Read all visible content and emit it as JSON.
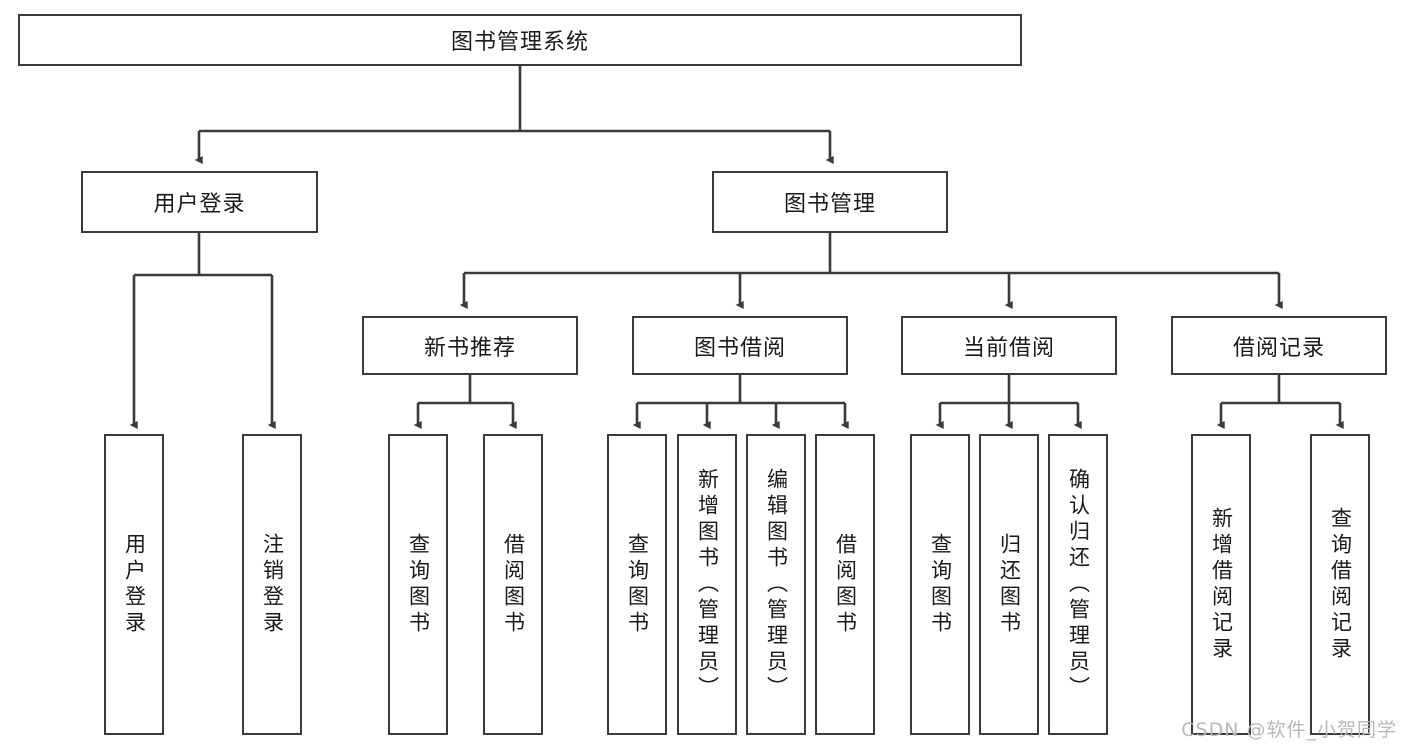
{
  "diagram": {
    "title": "图书管理系统",
    "type": "tree-hierarchy",
    "watermark": "CSDN @软件_小贺同学",
    "colors": {
      "box_border": "#3a3a3a",
      "box_fill": "#ffffff",
      "edge": "#3a3a3a",
      "text": "#1a1a1a",
      "watermark": "#b9b9b9",
      "background": "#ffffff"
    },
    "nodes": {
      "root": {
        "label": "图书管理系统"
      },
      "level1": [
        {
          "id": "user-login",
          "label": "用户登录"
        },
        {
          "id": "book-management",
          "label": "图书管理"
        }
      ],
      "level2": [
        {
          "id": "new-book-recommend",
          "label": "新书推荐"
        },
        {
          "id": "book-borrow",
          "label": "图书借阅"
        },
        {
          "id": "current-borrow",
          "label": "当前借阅"
        },
        {
          "id": "borrow-record",
          "label": "借阅记录"
        }
      ],
      "leaves": {
        "user_login": [
          {
            "id": "leaf-user-login",
            "label": "用户登录"
          },
          {
            "id": "leaf-logout-login",
            "label": "注销登录"
          }
        ],
        "new_book_recommend": [
          {
            "id": "leaf-query-book-1",
            "label": "查询图书"
          },
          {
            "id": "leaf-borrow-book-1",
            "label": "借阅图书"
          }
        ],
        "book_borrow": [
          {
            "id": "leaf-query-book-2",
            "label": "查询图书"
          },
          {
            "id": "leaf-add-book",
            "label": "新增图书（管理员）"
          },
          {
            "id": "leaf-edit-book",
            "label": "编辑图书（管理员）"
          },
          {
            "id": "leaf-borrow-book-2",
            "label": "借阅图书"
          }
        ],
        "current_borrow": [
          {
            "id": "leaf-query-book-3",
            "label": "查询图书"
          },
          {
            "id": "leaf-return-book",
            "label": "归还图书"
          },
          {
            "id": "leaf-confirm-return",
            "label": "确认归还（管理员）"
          }
        ],
        "borrow_record": [
          {
            "id": "leaf-add-borrow-record",
            "label": "新增借阅记录"
          },
          {
            "id": "leaf-query-borrow-record",
            "label": "查询借阅记录"
          }
        ]
      }
    }
  }
}
